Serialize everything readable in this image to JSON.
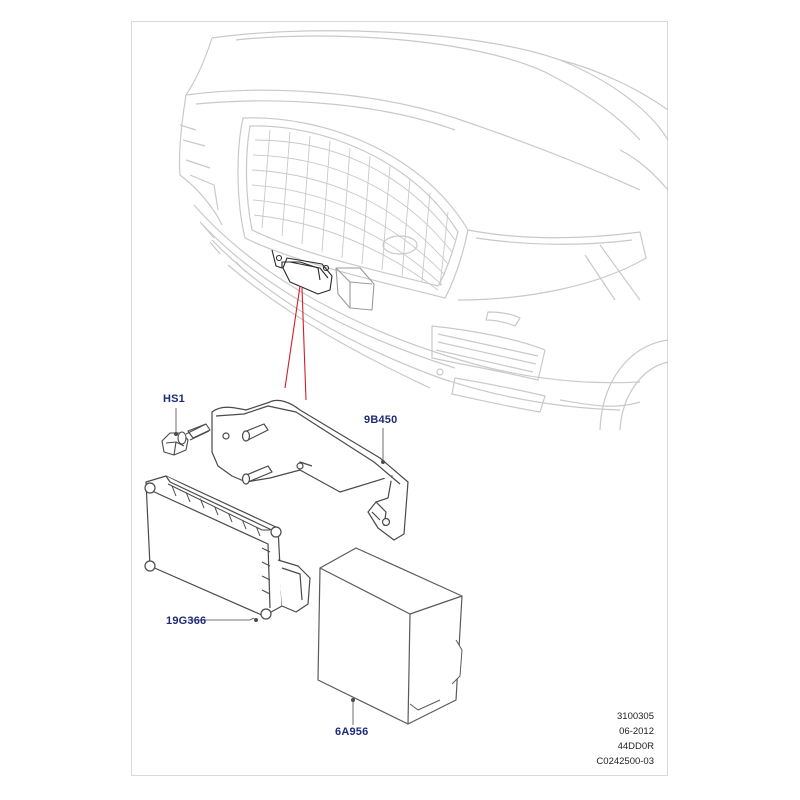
{
  "colors": {
    "ghost_line": "#c9c9c9",
    "part_line": "#5a5a5a",
    "leader_red": "#d11f2a",
    "callout_text": "#1f2a7a"
  },
  "callouts": {
    "hs1": "HS1",
    "bracket": "9B450",
    "module": "19G366",
    "cover": "6A956"
  },
  "meta": {
    "line1": "3100305",
    "line2": "06-2012",
    "line3": "44DD0R",
    "line4": "C0242500-03"
  }
}
